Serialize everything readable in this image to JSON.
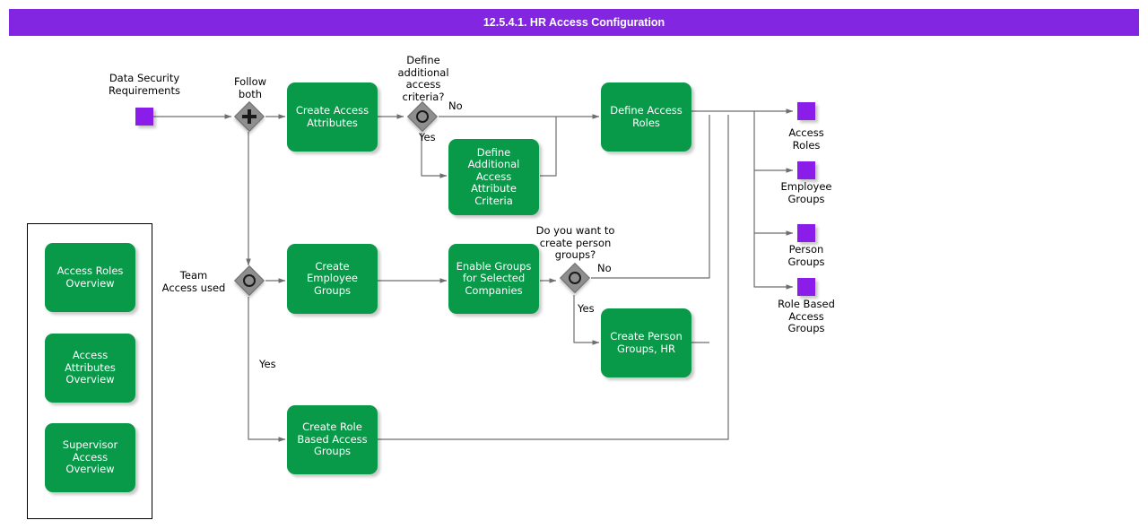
{
  "header": {
    "title": "12.5.4.1. HR Access Configuration",
    "bar_color": "#8226E2",
    "text_color": "#FFFFFF"
  },
  "theme": {
    "task_color": "#089949",
    "data_object_color": "#8A1EE8",
    "gateway_color": "#8E8E8E",
    "connector_color": "#6E6E6E",
    "canvas_background": "#FFFFFF"
  },
  "diagram": {
    "type": "bpmn-flowchart",
    "tasks": [
      {
        "id": "create-access-attributes",
        "label": "Create Access\nAttributes"
      },
      {
        "id": "define-additional-access-attribute-criteria",
        "label": "Define\nAdditional\nAccess Attribute\nCriteria"
      },
      {
        "id": "define-access-roles",
        "label": "Define Access\nRoles"
      },
      {
        "id": "create-employee-groups",
        "label": "Create\nEmployee\nGroups"
      },
      {
        "id": "enable-groups-for-selected-companies",
        "label": "Enable Groups\nfor Selected\nCompanies"
      },
      {
        "id": "create-person-groups-hr",
        "label": "Create Person\nGroups, HR"
      },
      {
        "id": "create-role-based-access-groups",
        "label": "Create Role\nBased Access\nGroups"
      }
    ],
    "overview_tasks": [
      {
        "id": "access-roles-overview",
        "label": "Access Roles\nOverview"
      },
      {
        "id": "access-attributes-overview",
        "label": "Access\nAttributes\nOverview"
      },
      {
        "id": "supervisor-access-overview",
        "label": "Supervisor\nAccess\nOverview"
      }
    ],
    "gateways": [
      {
        "id": "follow-both",
        "kind": "parallel",
        "label": "Follow\nboth"
      },
      {
        "id": "define-additional-access-criteria",
        "kind": "event",
        "label": "Define\nadditional\naccess\ncriteria?"
      },
      {
        "id": "team-access-used",
        "kind": "event",
        "label": "Team\nAccess used"
      },
      {
        "id": "create-person-groups",
        "kind": "event",
        "label": "Do you want to\ncreate person\ngroups?"
      }
    ],
    "data_objects": [
      {
        "id": "data-security-requirements",
        "label": "Data Security\nRequirements",
        "side": "input"
      },
      {
        "id": "access-roles",
        "label": "Access\nRoles",
        "side": "output"
      },
      {
        "id": "employee-groups",
        "label": "Employee\nGroups",
        "side": "output"
      },
      {
        "id": "person-groups",
        "label": "Person\nGroups",
        "side": "output"
      },
      {
        "id": "role-based-access-groups",
        "label": "Role Based\nAccess\nGroups",
        "side": "output"
      }
    ],
    "edge_labels": [
      {
        "id": "edge-no-additional-criteria",
        "text": "No"
      },
      {
        "id": "edge-yes-additional-criteria",
        "text": "Yes"
      },
      {
        "id": "edge-yes-team-access",
        "text": "Yes"
      },
      {
        "id": "edge-no-person-groups",
        "text": "No"
      },
      {
        "id": "edge-yes-person-groups",
        "text": "Yes"
      }
    ]
  }
}
